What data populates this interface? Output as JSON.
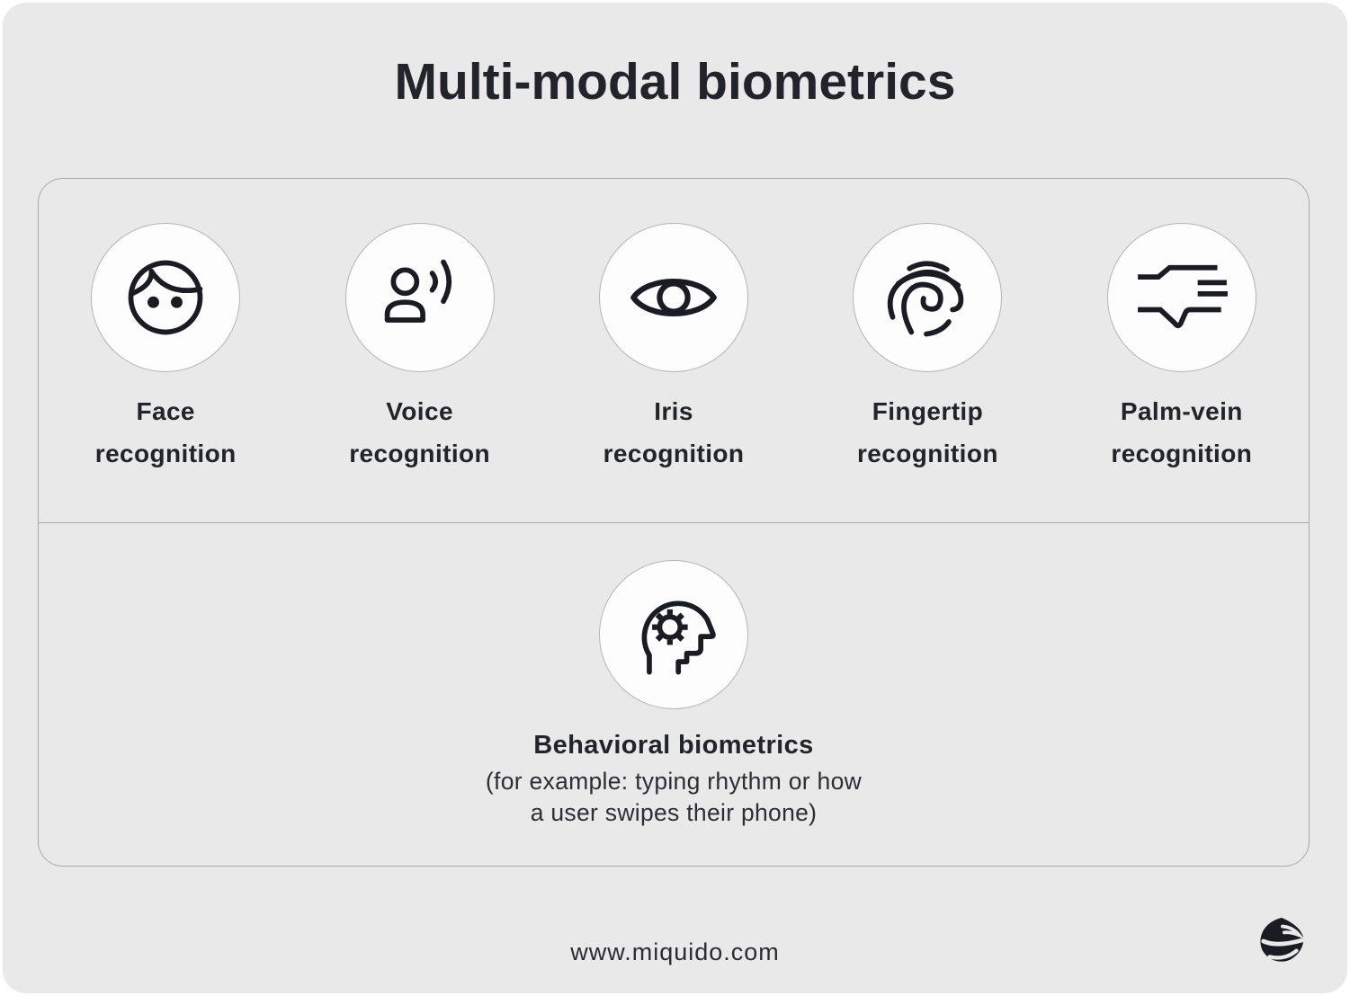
{
  "title": "Multi-modal biometrics",
  "panel": {
    "modalities": [
      {
        "name": "face-recognition",
        "icon": "face-icon",
        "lines": [
          "Face",
          "recognition"
        ]
      },
      {
        "name": "voice-recognition",
        "icon": "voice-icon",
        "lines": [
          "Voice",
          "recognition"
        ]
      },
      {
        "name": "iris-recognition",
        "icon": "eye-icon",
        "lines": [
          "Iris",
          "recognition"
        ]
      },
      {
        "name": "fingertip-recognition",
        "icon": "fingerprint-icon",
        "lines": [
          "Fingertip",
          "recognition"
        ]
      },
      {
        "name": "palm-vein-recognition",
        "icon": "palm-hand-icon",
        "lines": [
          "Palm-vein",
          "recognition"
        ]
      }
    ],
    "behavioral": {
      "icon": "head-gear-icon",
      "title": "Behavioral biometrics",
      "subtitle_lines": [
        "(for example: typing rhythm or how",
        "a user swipes their phone)"
      ]
    }
  },
  "footer": {
    "website": "www.miquido.com",
    "logo": "miquido-logo"
  },
  "colors": {
    "canvas": "#e9e9ea",
    "panel_border": "#a7a8b0",
    "circle_bg": "#fdfdfe",
    "circle_border": "#b3b4ba",
    "icon_stroke": "#1a1c23",
    "text": "#22242b"
  }
}
